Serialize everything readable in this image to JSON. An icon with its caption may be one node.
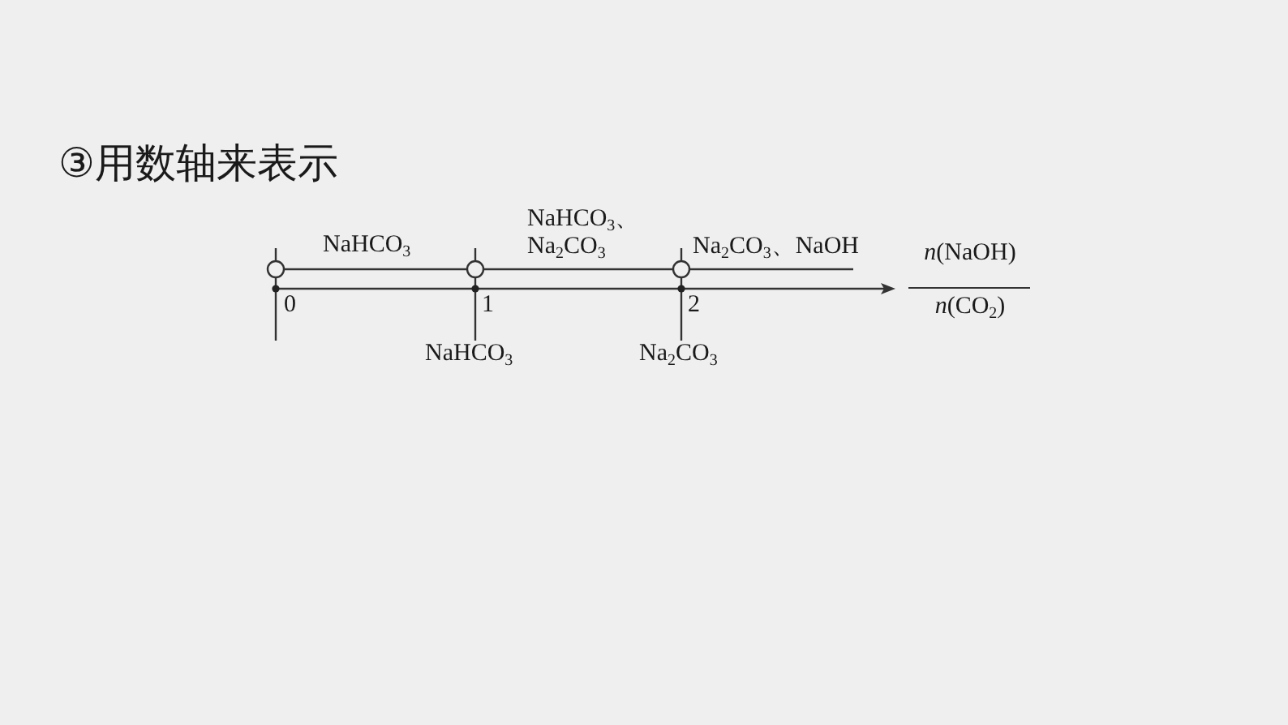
{
  "diagram": {
    "title": "③用数轴来表示",
    "labels": [
      "NaHCO$_{3}$、 Na$_{2}$CO$_{3}$",
      "NaHCO$_{3}$",
      "Na$_{2}$CO$_{3}$、NaOH",
      "*n*(NaOH)",
      "0",
      "1",
      "2",
      "*n*(CO$_{2}$)",
      "NaHCO$_{3}$",
      "Na$_{2}$CO$_{3}$"
    ]
  }
}
